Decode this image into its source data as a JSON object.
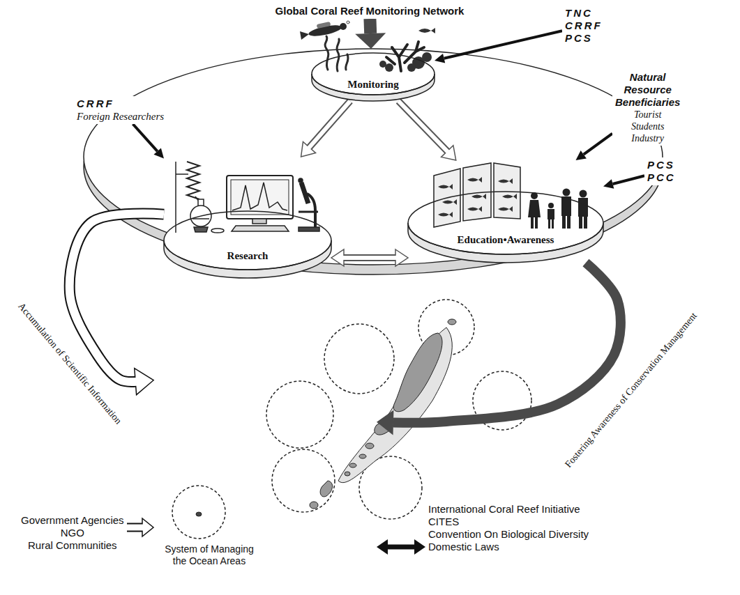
{
  "diagram": {
    "nodes": [
      {
        "text": [
          "Global Coral Reef Monitoring Network"
        ]
      },
      {
        "text": [
          "TNC CRRF PCS"
        ]
      },
      {
        "text": [
          "CRRF",
          "Foreign Researchers"
        ]
      },
      {
        "text": [
          "Natural Resource Beneficiaries",
          "Tourist Students Industry"
        ]
      },
      {
        "text": [
          "PCS PCC"
        ]
      },
      {
        "text": [
          "Monitoring"
        ]
      },
      {
        "text": [
          "Research"
        ]
      },
      {
        "text": [
          "Education•Awareness"
        ]
      },
      {
        "text": [
          "System of Managing the Ocean Areas"
        ]
      },
      {
        "text": [
          "Government Agencies",
          "NGO",
          "Rural Communities"
        ]
      },
      {
        "text": [
          "International Coral Reef Initiative",
          "CITES",
          "Convention On Biological Diversity",
          "Domestic Laws"
        ]
      }
    ],
    "edges": [
      {
        "from": 0,
        "to": 5,
        "arrow": "to"
      },
      {
        "from": 1,
        "to": 5,
        "arrow": "to"
      },
      {
        "from": 2,
        "to": 6,
        "arrow": "to"
      },
      {
        "from": 3,
        "to": 7,
        "arrow": "to"
      },
      {
        "from": 4,
        "to": 7,
        "arrow": "to"
      },
      {
        "from": 5,
        "to": 6,
        "arrow": "to"
      },
      {
        "from": 5,
        "to": 7,
        "arrow": "to"
      },
      {
        "from": 6,
        "to": 7,
        "arrow": "both"
      },
      {
        "from": 6,
        "to": 8,
        "label": "Accumulation of Scientific Information",
        "arrow": "to"
      },
      {
        "from": 7,
        "to": 8,
        "label": "Fostering Awareness of Conservation Management",
        "arrow": "to"
      },
      {
        "from": 9,
        "to": 8,
        "arrow": "to"
      },
      {
        "from": 10,
        "to": 8,
        "arrow": "both"
      }
    ]
  }
}
